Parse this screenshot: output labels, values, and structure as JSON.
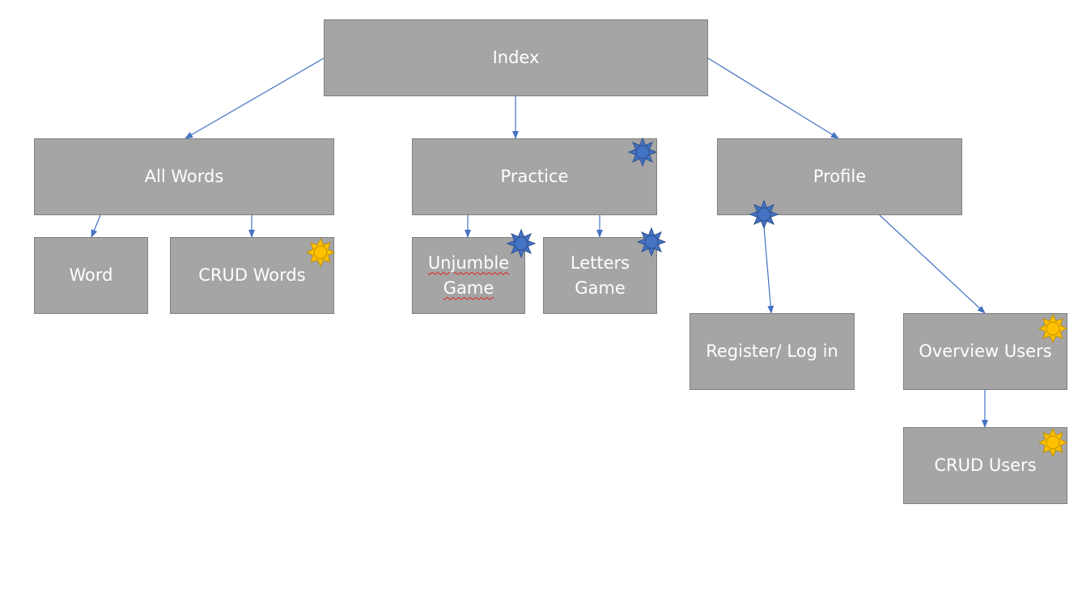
{
  "nodes": {
    "index": {
      "label": "Index"
    },
    "all_words": {
      "label": "All Words"
    },
    "practice": {
      "label": "Practice"
    },
    "profile": {
      "label": "Profile"
    },
    "word": {
      "label": "Word"
    },
    "crud_words": {
      "label": "CRUD Words"
    },
    "unjumble_game": {
      "line1": "Unjumble",
      "line2": "Game"
    },
    "letters_game": {
      "line1": "Letters",
      "line2": "Game"
    },
    "register_login": {
      "label": "Register/ Log in"
    },
    "overview_users": {
      "label": "Overview Users"
    },
    "crud_users": {
      "label": "CRUD Users"
    }
  },
  "badges": {
    "blue_star": {
      "icon": "blue-star-icon",
      "fill": "#4472c4",
      "stroke": "#2f528f"
    },
    "sun": {
      "icon": "sun-icon",
      "fill": "#ffc000",
      "stroke": "#bf9000"
    }
  },
  "colors": {
    "box_fill": "#a5a5a5",
    "box_border": "#7f7f7f",
    "connector": "#4472c4",
    "label": "#ffffff"
  }
}
